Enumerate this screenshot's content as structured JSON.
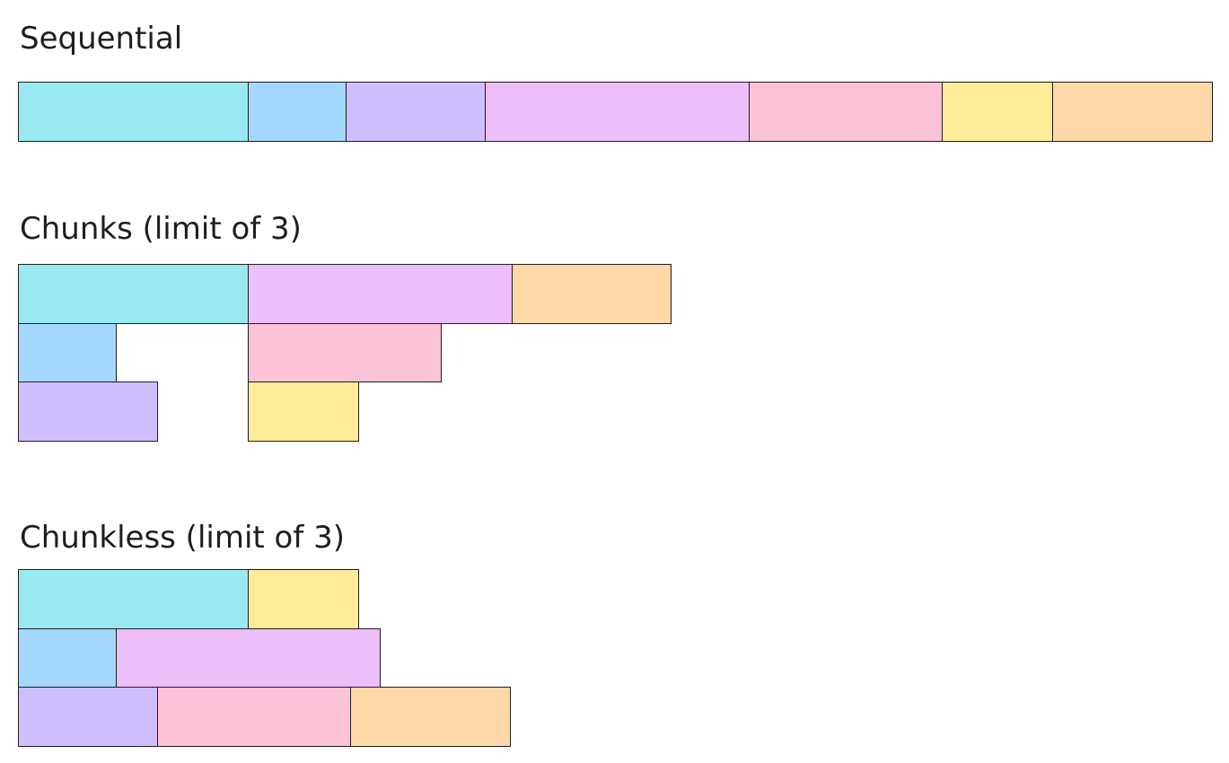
{
  "sections": [
    {
      "id": "sequential",
      "title": "Sequential",
      "tasks": [
        {
          "task": 1,
          "color": "#99e9f2",
          "lane": 0,
          "start": 0,
          "duration": 256
        },
        {
          "task": 2,
          "color": "#a5d8ff",
          "lane": 0,
          "start": 256,
          "duration": 109
        },
        {
          "task": 3,
          "color": "#d0bfff",
          "lane": 0,
          "start": 365,
          "duration": 155
        },
        {
          "task": 4,
          "color": "#eebefa",
          "lane": 0,
          "start": 520,
          "duration": 294
        },
        {
          "task": 5,
          "color": "#fcc2d7",
          "lane": 0,
          "start": 814,
          "duration": 215
        },
        {
          "task": 6,
          "color": "#ffec99",
          "lane": 0,
          "start": 1029,
          "duration": 123
        },
        {
          "task": 7,
          "color": "#ffd8a8",
          "lane": 0,
          "start": 1152,
          "duration": 178
        }
      ]
    },
    {
      "id": "chunks",
      "title": "Chunks (limit of 3)",
      "tasks": [
        {
          "task": 1,
          "color": "#99e9f2",
          "lane": 0,
          "start": 0,
          "duration": 256
        },
        {
          "task": 2,
          "color": "#a5d8ff",
          "lane": 1,
          "start": 0,
          "duration": 109
        },
        {
          "task": 3,
          "color": "#d0bfff",
          "lane": 2,
          "start": 0,
          "duration": 155
        },
        {
          "task": 4,
          "color": "#eebefa",
          "lane": 0,
          "start": 256,
          "duration": 294
        },
        {
          "task": 5,
          "color": "#fcc2d7",
          "lane": 1,
          "start": 256,
          "duration": 215
        },
        {
          "task": 6,
          "color": "#ffec99",
          "lane": 2,
          "start": 256,
          "duration": 123
        },
        {
          "task": 7,
          "color": "#ffd8a8",
          "lane": 0,
          "start": 550,
          "duration": 177
        }
      ]
    },
    {
      "id": "chunkless",
      "title": "Chunkless (limit of 3)",
      "tasks": [
        {
          "task": 1,
          "color": "#99e9f2",
          "lane": 0,
          "start": 0,
          "duration": 256
        },
        {
          "task": 2,
          "color": "#a5d8ff",
          "lane": 1,
          "start": 0,
          "duration": 109
        },
        {
          "task": 3,
          "color": "#d0bfff",
          "lane": 2,
          "start": 0,
          "duration": 155
        },
        {
          "task": 6,
          "color": "#ffec99",
          "lane": 0,
          "start": 256,
          "duration": 123
        },
        {
          "task": 4,
          "color": "#eebefa",
          "lane": 1,
          "start": 109,
          "duration": 294
        },
        {
          "task": 5,
          "color": "#fcc2d7",
          "lane": 2,
          "start": 155,
          "duration": 215
        },
        {
          "task": 7,
          "color": "#ffd8a8",
          "lane": 2,
          "start": 370,
          "duration": 178
        }
      ]
    }
  ]
}
